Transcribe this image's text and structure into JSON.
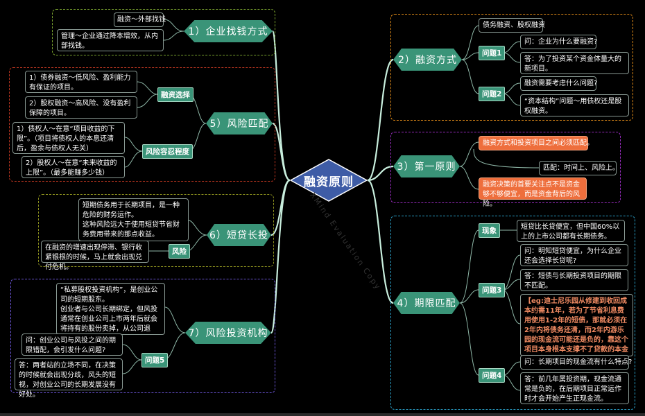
{
  "app": {
    "watermark": "XMind Evaluation Copy"
  },
  "colors": {
    "background": "#000000",
    "topic_fill": "#3a9478",
    "center_fill": "#3e5ca6",
    "highlight_fill": "#ee6e3c",
    "note_text": "#ef8a62",
    "link": "#c8eedd"
  },
  "center": {
    "label": "融资原则"
  },
  "branches": {
    "b1": {
      "label": "1）企业找钱方式",
      "leaves": [
        "融资～外部找钱",
        "管理～企业通过降本增效，从内部找钱。"
      ]
    },
    "b2": {
      "label": "2）融资方式",
      "leaf": "债务融资、股权融资",
      "q1": {
        "label": "问题1",
        "q": "问：企业为什么要融资?",
        "a": "答：为了投资某个资金体量大的新项目。"
      },
      "q2": {
        "label": "问题2",
        "q": "融资需要考虑什么问题?",
        "a": "“资本结构”问题～用债权还是股权融资。"
      }
    },
    "b3": {
      "label": "3）第一原则",
      "rule1": "融资方式和投资项目之间必须匹配。",
      "rule1_child": "匹配：时间上、风险上。",
      "rule2": "融资决策的首要关注点不是资金够不够便宜，而是资金背后的风险。"
    },
    "b4": {
      "label": "4）期限匹配",
      "phenomenon": {
        "label": "现象",
        "text": "短贷比长贷便宜，但中国60%以上的上市公司都有长期债务。"
      },
      "q3": {
        "label": "问题3",
        "q": "问：明知短贷便宜，为什么企业还会选择长贷呢?",
        "a": "答：短债与长期投资项目的期限不匹配。",
        "example": "【eg:迪士尼乐园从修建到收回成本约需11年，若为了节省利息费用使用1-2年的短债，那就必须在2年内将债务还清，而2年内游乐园的现金流可能还是负的，靠这个项目本身根本支撑不了贷款的本金及利息】"
      },
      "q4": {
        "label": "问题4",
        "q": "问：长期项目的现金流有什么特点?",
        "a": "答：前几年属投资期，现金流通常是负的，在后期项目正常运作时才会开始产生正现金流。"
      }
    },
    "b5": {
      "label": "5）风险匹配",
      "choice": {
        "label": "融资选择",
        "items": [
          "1）债券融资～低风险、盈利能力有保证的项目。",
          "2）股权融资～高风险、没有盈利保障的项目。"
        ]
      },
      "tolerance": {
        "label": "风险容忍程度",
        "items": [
          "1）债权人～在意“项目收益的下限”。（项目将债权人的本息还清后，盈余与债权人无关）",
          "2）股权人～在意“未来收益的上限”。（最多能赚多少钱）"
        ]
      }
    },
    "b6": {
      "label": "6）短贷长投",
      "leaf": "短期债务用于长期项目，是一种危险的财务运作。\n这种风险远大于使用短贷节省财务费用带来的那点收益。",
      "risk": {
        "label": "风险",
        "text": "在融资的增速出现停滞、银行收紧银根的时候，马上就会出现兑付危机。"
      }
    },
    "b7": {
      "label": "7）风险投资机构",
      "leaf": "“私募股权投资机构”，是创业公司的短期股东。\n创业者与公司长期绑定，但风投通常在创业公司上市两年后就会将持有的股份卖掉，从公司退出。",
      "q5": {
        "label": "问题5",
        "q": "问：创业公司与风投之间的期限错配，会引发什么问题?",
        "a": "答：两者站的立场不同，在决策的时候就会出现分歧，风头的短视，对创业公司的长期发展没有好处。"
      }
    }
  }
}
